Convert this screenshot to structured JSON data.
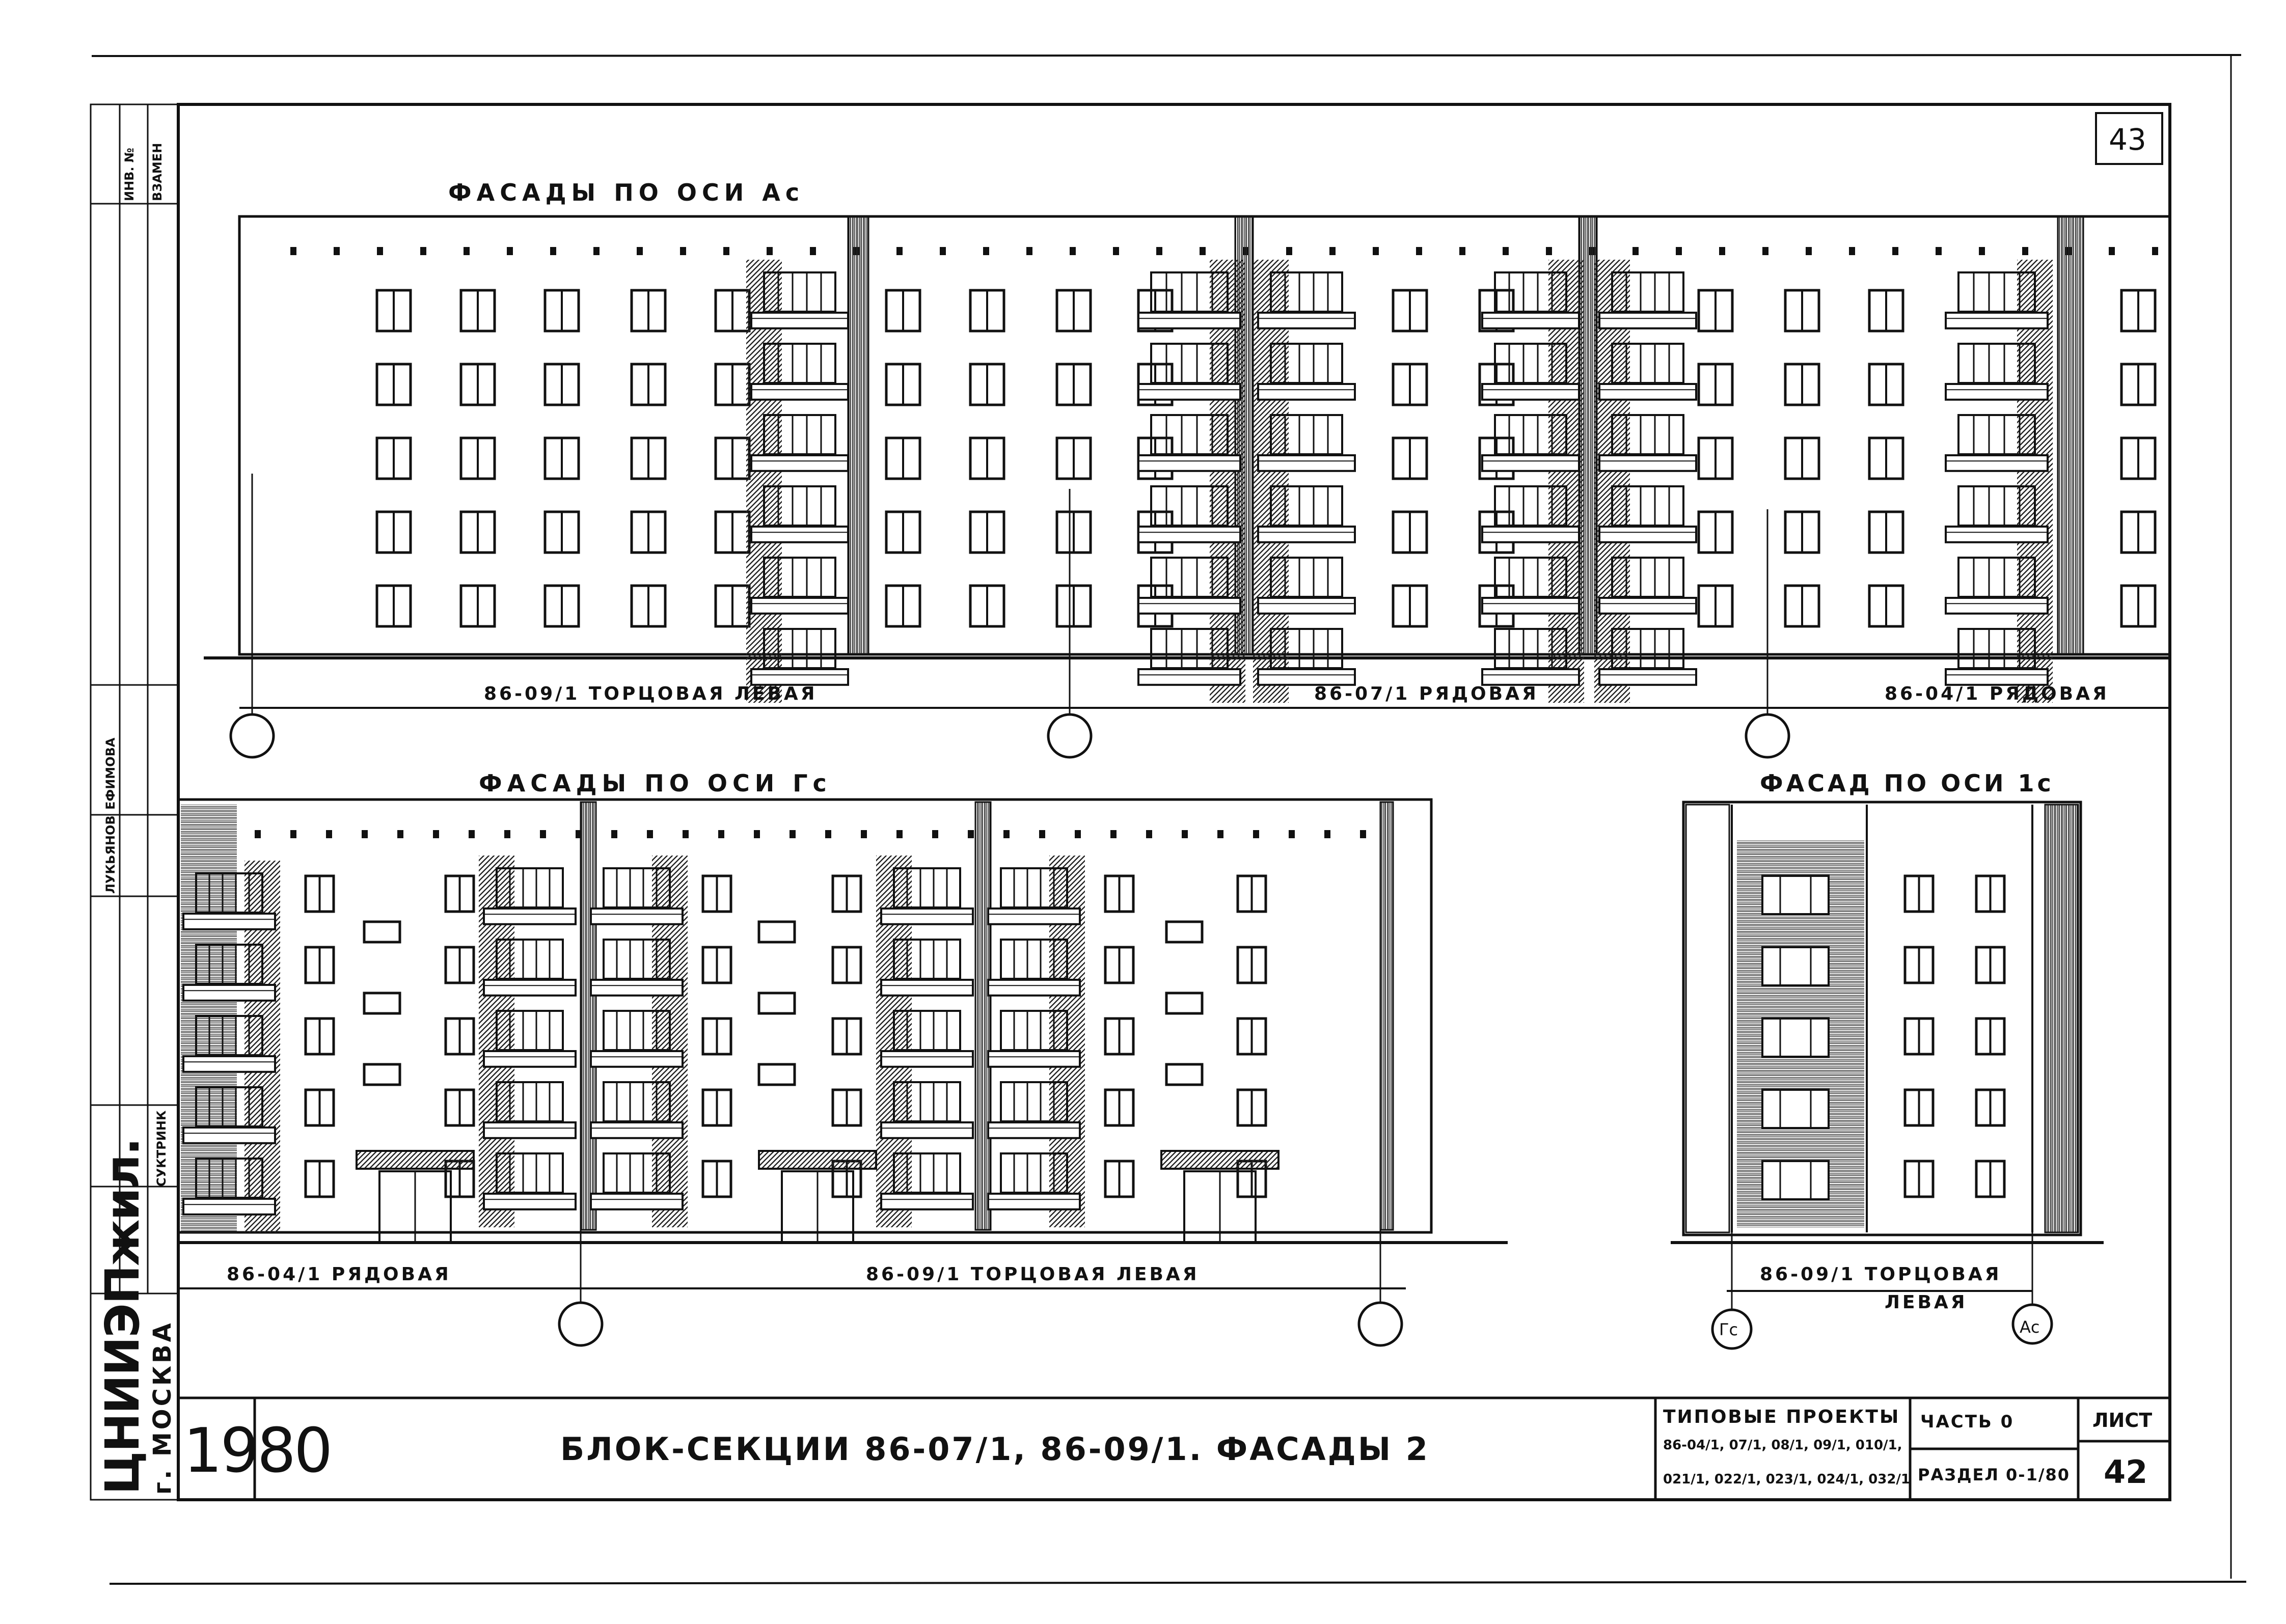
{
  "sheet_number_corner": "43",
  "sheet_number": "42",
  "sheet_label": "ЛИСТ",
  "year": "1980",
  "organization": "ЦНИИЭПжил.",
  "city": "г. МОСКВА",
  "drawing_title": "БЛОК-СЕКЦИИ 86-07/1, 86-09/1.  ФАСАДЫ 2",
  "project_info": {
    "line1": "ТИПОВЫЕ ПРОЕКТЫ",
    "line2": "86-04/1, 07/1, 08/1, 09/1, 010/1,",
    "line3": "021/1, 022/1, 023/1, 024/1, 032/1",
    "part": "ЧАСТЬ 0",
    "section": "РАЗДЕЛ 0-1/80"
  },
  "side_stamp": {
    "inv_no": "ИНВ. №",
    "replace": "ВЗАМЕН",
    "name1": "ЕФИМОВА",
    "name2": "ЛУКЬЯНОВ",
    "name3": "СУКТРИНК"
  },
  "facade_top": {
    "title": "ФАСАДЫ  ПО  ОСИ  Ас",
    "labels": [
      "86-09/1  ТОРЦОВАЯ  ЛЕВАЯ",
      "86-07/1  РЯДОВАЯ",
      "86-04/1  РЯДОВАЯ"
    ]
  },
  "facade_bottom_left": {
    "title": "ФАСАДЫ  ПО  ОСИ  Гс",
    "labels": [
      "86-04/1  РЯДОВАЯ",
      "86-09/1  ТОРЦОВАЯ  ЛЕВАЯ"
    ]
  },
  "facade_bottom_right": {
    "title": "ФАСАД  ПО  ОСИ  1с",
    "label_line1": "86-09/1  ТОРЦОВАЯ",
    "label_line2": "ЛЕВАЯ",
    "axis_left": "Гс",
    "axis_right": "Ас"
  }
}
